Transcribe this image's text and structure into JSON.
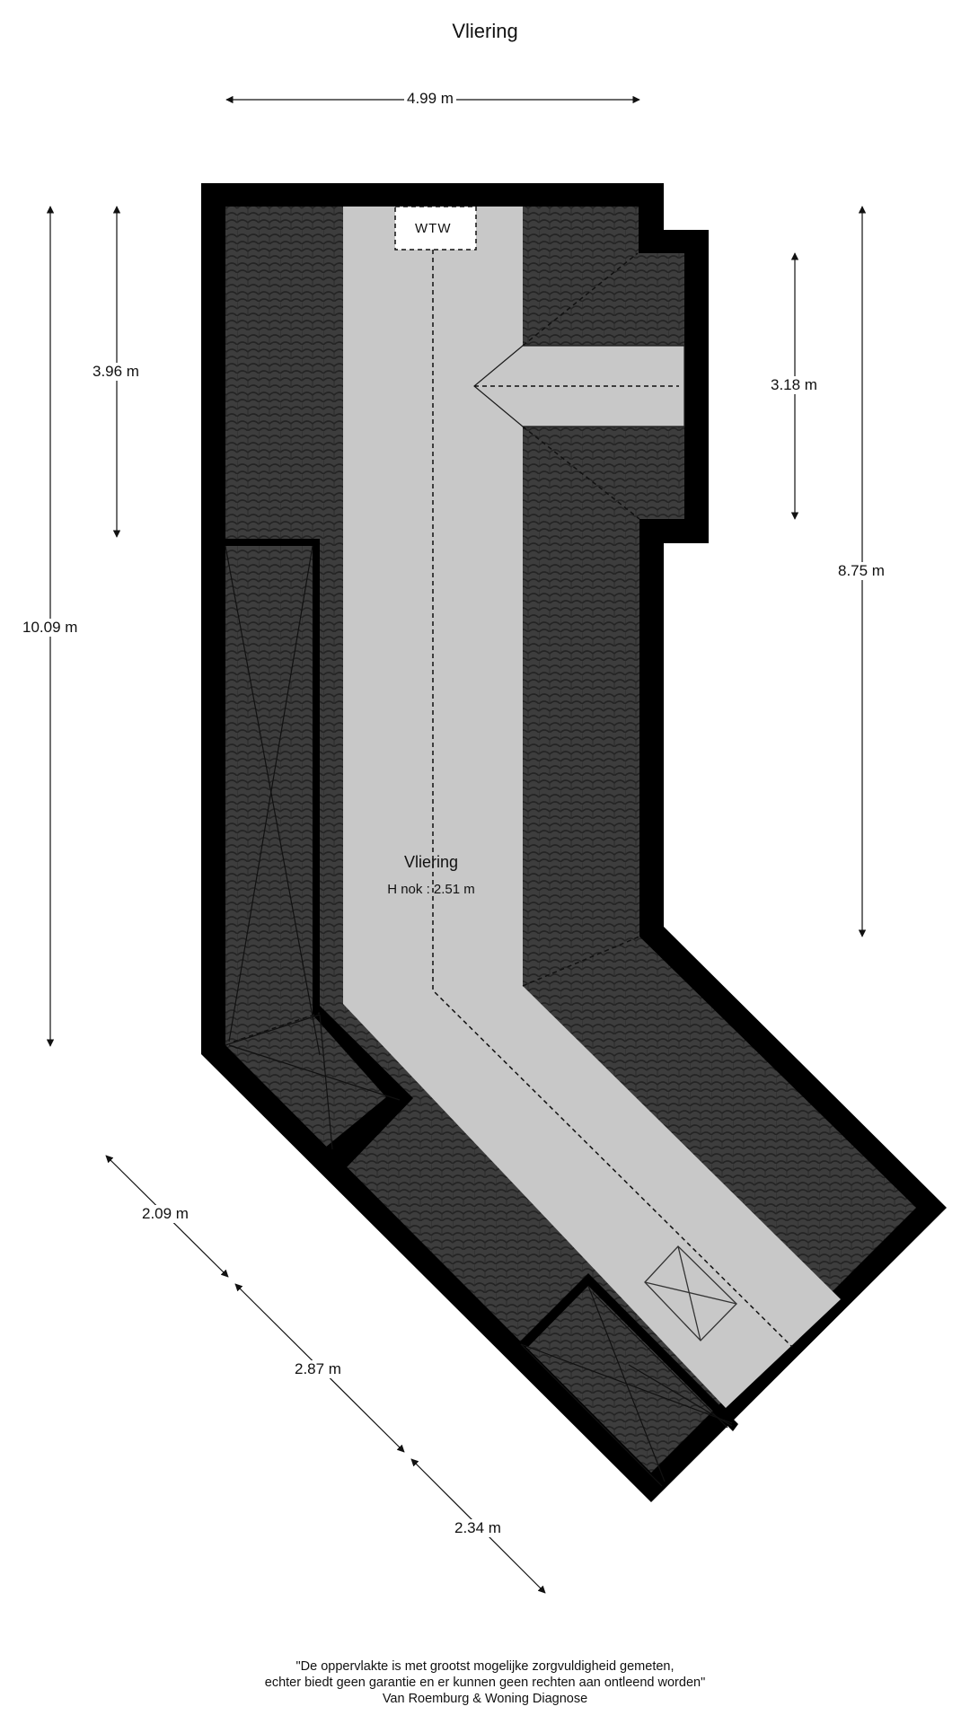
{
  "floor_title": "Vliering",
  "room": {
    "name": "Vliering",
    "ridge_height": "H nok : 2.51 m",
    "unit_label": "WTW"
  },
  "dimensions": {
    "top_width": "4.99 m",
    "left_total": "10.09 m",
    "left_upper": "3.96 m",
    "right_dormer": "3.18 m",
    "right_total": "8.75 m",
    "diag_1": "2.09 m",
    "diag_2": "2.87 m",
    "diag_3": "2.34 m"
  },
  "disclaimer": {
    "line1": "\"De oppervlakte is met grootst mogelijke zorgvuldigheid gemeten,",
    "line2": "echter biedt geen garantie en er kunnen geen rechten aan ontleend worden\"",
    "line3": "Van Roemburg & Woning Diagnose"
  },
  "colors": {
    "wall": "#000000",
    "roof_tiles": "#3d3d3d",
    "floor_strip": "#c8c8c8"
  }
}
